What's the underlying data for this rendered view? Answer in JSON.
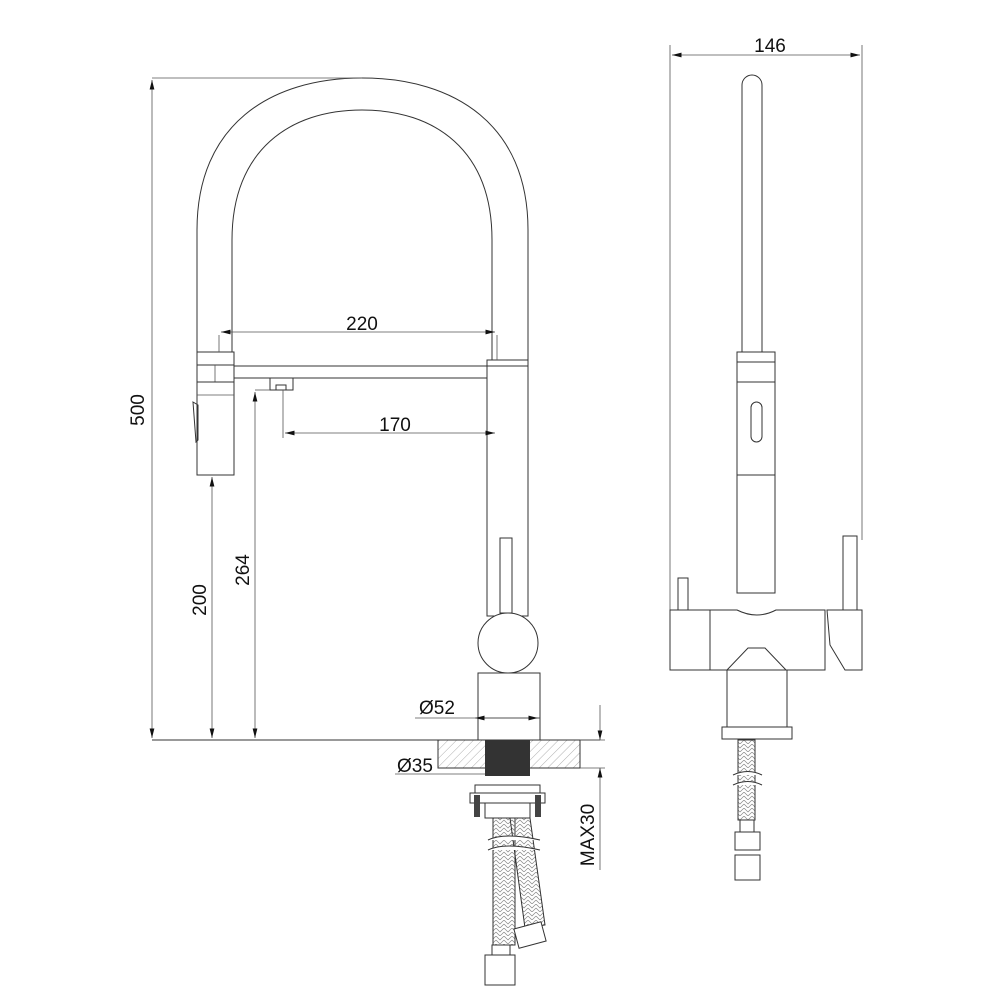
{
  "drawing": {
    "side_view": {
      "dimensions": {
        "total_height": "500",
        "reach": "220",
        "spout_reach": "170",
        "spray_head_height": "200",
        "aerator_height": "264",
        "base_diameter": "Ø52",
        "hole_diameter": "Ø35",
        "max_counter_thickness": "MAX30"
      }
    },
    "front_view": {
      "dimensions": {
        "width": "146"
      }
    },
    "colors": {
      "line": "#333333",
      "background": "#ffffff"
    }
  }
}
